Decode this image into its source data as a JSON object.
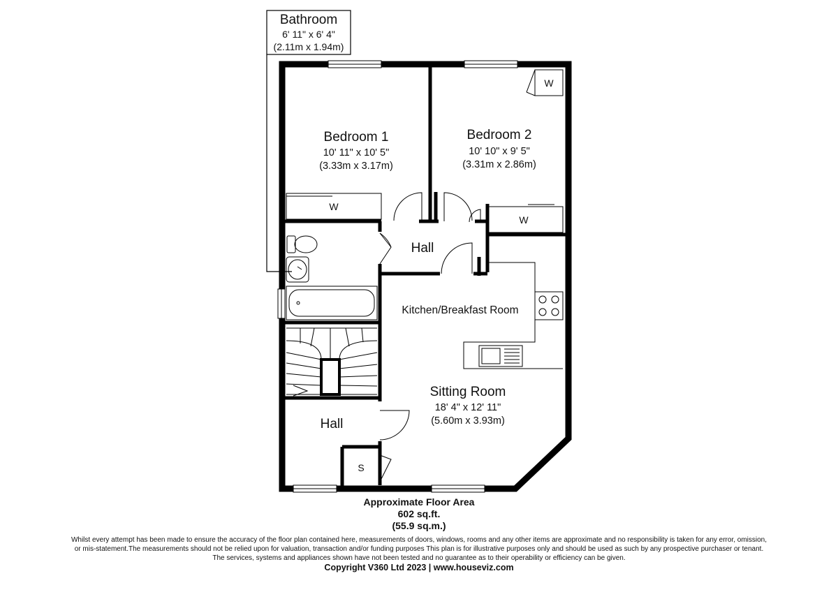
{
  "rooms": {
    "bathroom": {
      "name": "Bathroom",
      "imperial": "6' 11\" x 6' 4\"",
      "metric": "(2.11m x 1.94m)"
    },
    "bedroom1": {
      "name": "Bedroom 1",
      "imperial": "10' 11\" x 10' 5\"",
      "metric": "(3.33m x 3.17m)"
    },
    "bedroom2": {
      "name": "Bedroom 2",
      "imperial": "10' 10\" x 9' 5\"",
      "metric": "(3.31m x 2.86m)"
    },
    "hall_upper": {
      "name": "Hall"
    },
    "kitchen": {
      "name": "Kitchen/Breakfast Room"
    },
    "sitting": {
      "name": "Sitting Room",
      "imperial": "18' 4\" x 12' 11\"",
      "metric": "(5.60m x 3.93m)"
    },
    "hall_lower": {
      "name": "Hall"
    }
  },
  "labels": {
    "wardrobe": "W",
    "storage": "S"
  },
  "area": {
    "title": "Approximate Floor Area",
    "sqft": "602 sq.ft.",
    "sqm": "(55.9 sq.m.)"
  },
  "disclaimer": {
    "line1": "Whilst every attempt has been made to ensure the accuracy of the floor plan contained here, measurements of doors, windows, rooms and any other items are approximate and no responsibility is taken for any error, omission,",
    "line2": "or mis-statement.The measurements should not be relied upon for valuation, transaction and/or funding purposes This plan is for illustrative purposes only and should be used as such by any prospective purchaser or tenant.",
    "line3": "The services, systems and appliances shown have not been tested and no guarantee as to their operability or efficiency can be given."
  },
  "copyright": "Copyright V360 Ltd 2023 | www.houseviz.com"
}
